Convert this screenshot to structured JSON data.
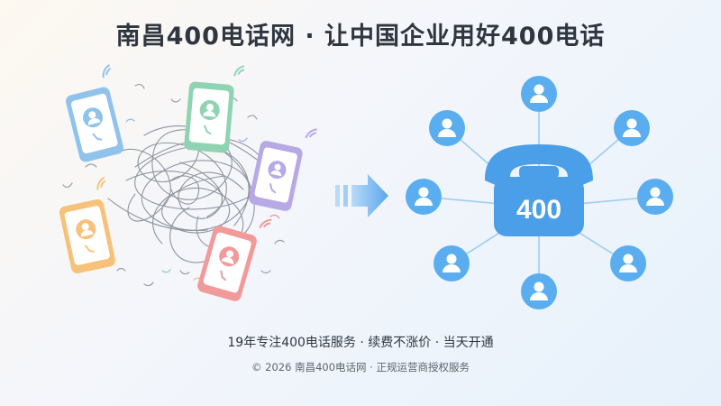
{
  "header": {
    "title": "南昌400电话网 · 让中国企业用好400电话"
  },
  "hub": {
    "number": "400"
  },
  "colors": {
    "phone_blue": "#8fc3ec",
    "phone_green": "#8fd4b2",
    "phone_purple": "#b8a9e6",
    "phone_orange": "#f6c27a",
    "phone_red": "#f2999a",
    "hub_blue": "#4a9fe8",
    "node_blue": "#5aaef0",
    "arrow_blue": "#6db3ee"
  },
  "icons": {
    "left_phones": "phone-user-icon",
    "tangle": "tangled-lines",
    "arrow": "right-arrow-icon",
    "hub": "telephone-icon",
    "nodes": "user-icon"
  },
  "tagline": "19年专注400电话服务 · 续费不涨价 · 当天开通",
  "footer": "© 2026 南昌400电话网 · 正规运营商授权服务"
}
